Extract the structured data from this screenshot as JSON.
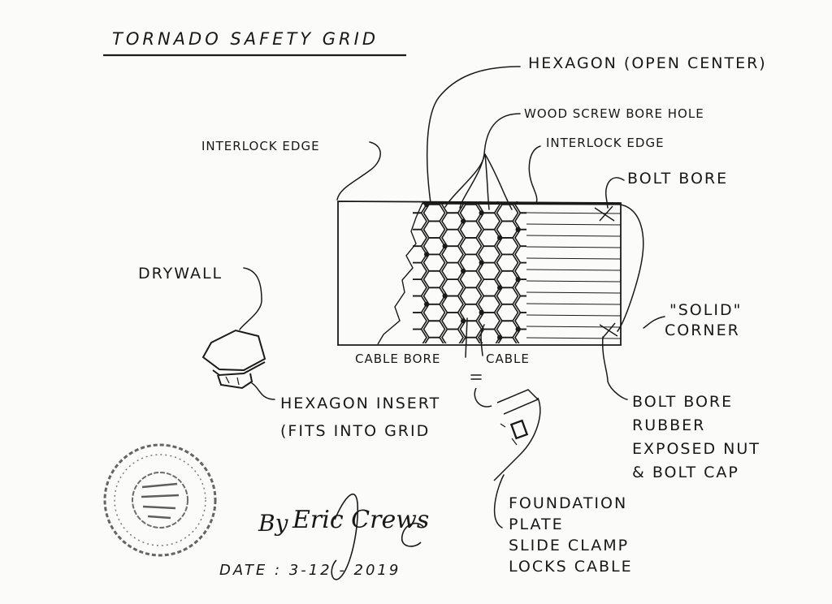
{
  "title": "TORNADO SAFETY GRID",
  "labels": {
    "hexagon_open_center": "HEXAGON (OPEN CENTER)",
    "wood_screw_bore_hole": "WOOD SCREW BORE HOLE",
    "interlock_edge_left": "INTERLOCK EDGE",
    "interlock_edge_right": "INTERLOCK EDGE",
    "bolt_bore_top": "BOLT BORE",
    "drywall": "DRYWALL",
    "solid_corner": [
      "\"SOLID\"",
      "CORNER"
    ],
    "cable_bore": "CABLE BORE",
    "cable": "CABLE",
    "hexagon_insert": [
      "HEXAGON INSERT",
      "(FITS INTO GRID"
    ],
    "bolt_bore_bottom": [
      "BOLT BORE",
      "RUBBER",
      "EXPOSED NUT",
      "& BOLT CAP"
    ],
    "foundation": [
      "FOUNDATION",
      "PLATE",
      "SLIDE CLAMP",
      "LOCKS CABLE"
    ]
  },
  "author": {
    "by": "By",
    "signature": "Eric Crews"
  },
  "date": {
    "label": "DATE : 3-12 - 2019"
  },
  "icons": [
    "hexagon-grid-icon",
    "stamp-seal-icon",
    "hexagon-insert-icon",
    "foundation-plate-icon"
  ],
  "ink_color": "#1a1a1a"
}
